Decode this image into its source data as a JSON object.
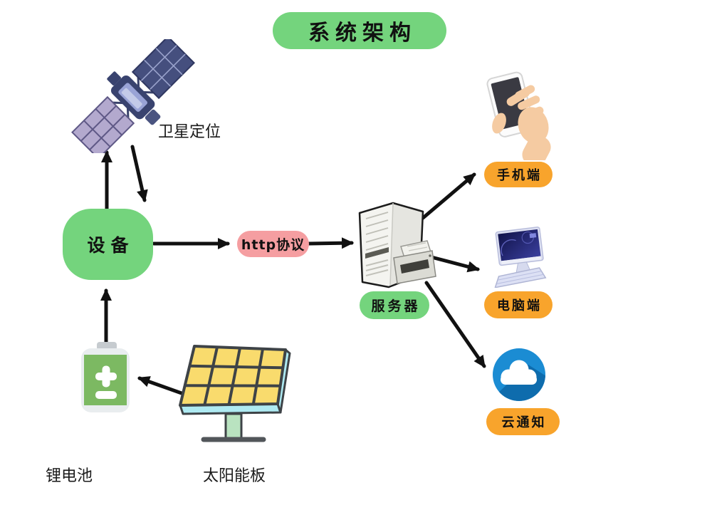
{
  "title": {
    "label": "系统架构"
  },
  "colors": {
    "green": "#74D47D",
    "pink": "#F59EA1",
    "orange": "#F8A42C",
    "blue": "#1B8CD3",
    "arrow": "#111111"
  },
  "nodes": {
    "satellite": {
      "label": "卫星定位",
      "icon": "satellite-icon"
    },
    "device": {
      "label": "设备"
    },
    "http": {
      "label": "http协议"
    },
    "server": {
      "label": "服务器",
      "icon": "server-tower-icon"
    },
    "phone": {
      "label": "手机端",
      "icon": "phone-in-hand-icon"
    },
    "computer": {
      "label": "电脑端",
      "icon": "desktop-computer-icon"
    },
    "cloud": {
      "label": "云通知",
      "icon": "cloud-icon"
    },
    "battery": {
      "label": "锂电池",
      "icon": "battery-icon"
    },
    "solar": {
      "label": "太阳能板",
      "icon": "solar-panel-icon"
    }
  },
  "edges": [
    {
      "from": "device",
      "to": "satellite"
    },
    {
      "from": "satellite",
      "to": "device"
    },
    {
      "from": "device",
      "to": "http"
    },
    {
      "from": "http",
      "to": "server"
    },
    {
      "from": "server",
      "to": "phone"
    },
    {
      "from": "server",
      "to": "computer"
    },
    {
      "from": "server",
      "to": "cloud"
    },
    {
      "from": "battery",
      "to": "device"
    },
    {
      "from": "solar",
      "to": "battery"
    }
  ]
}
